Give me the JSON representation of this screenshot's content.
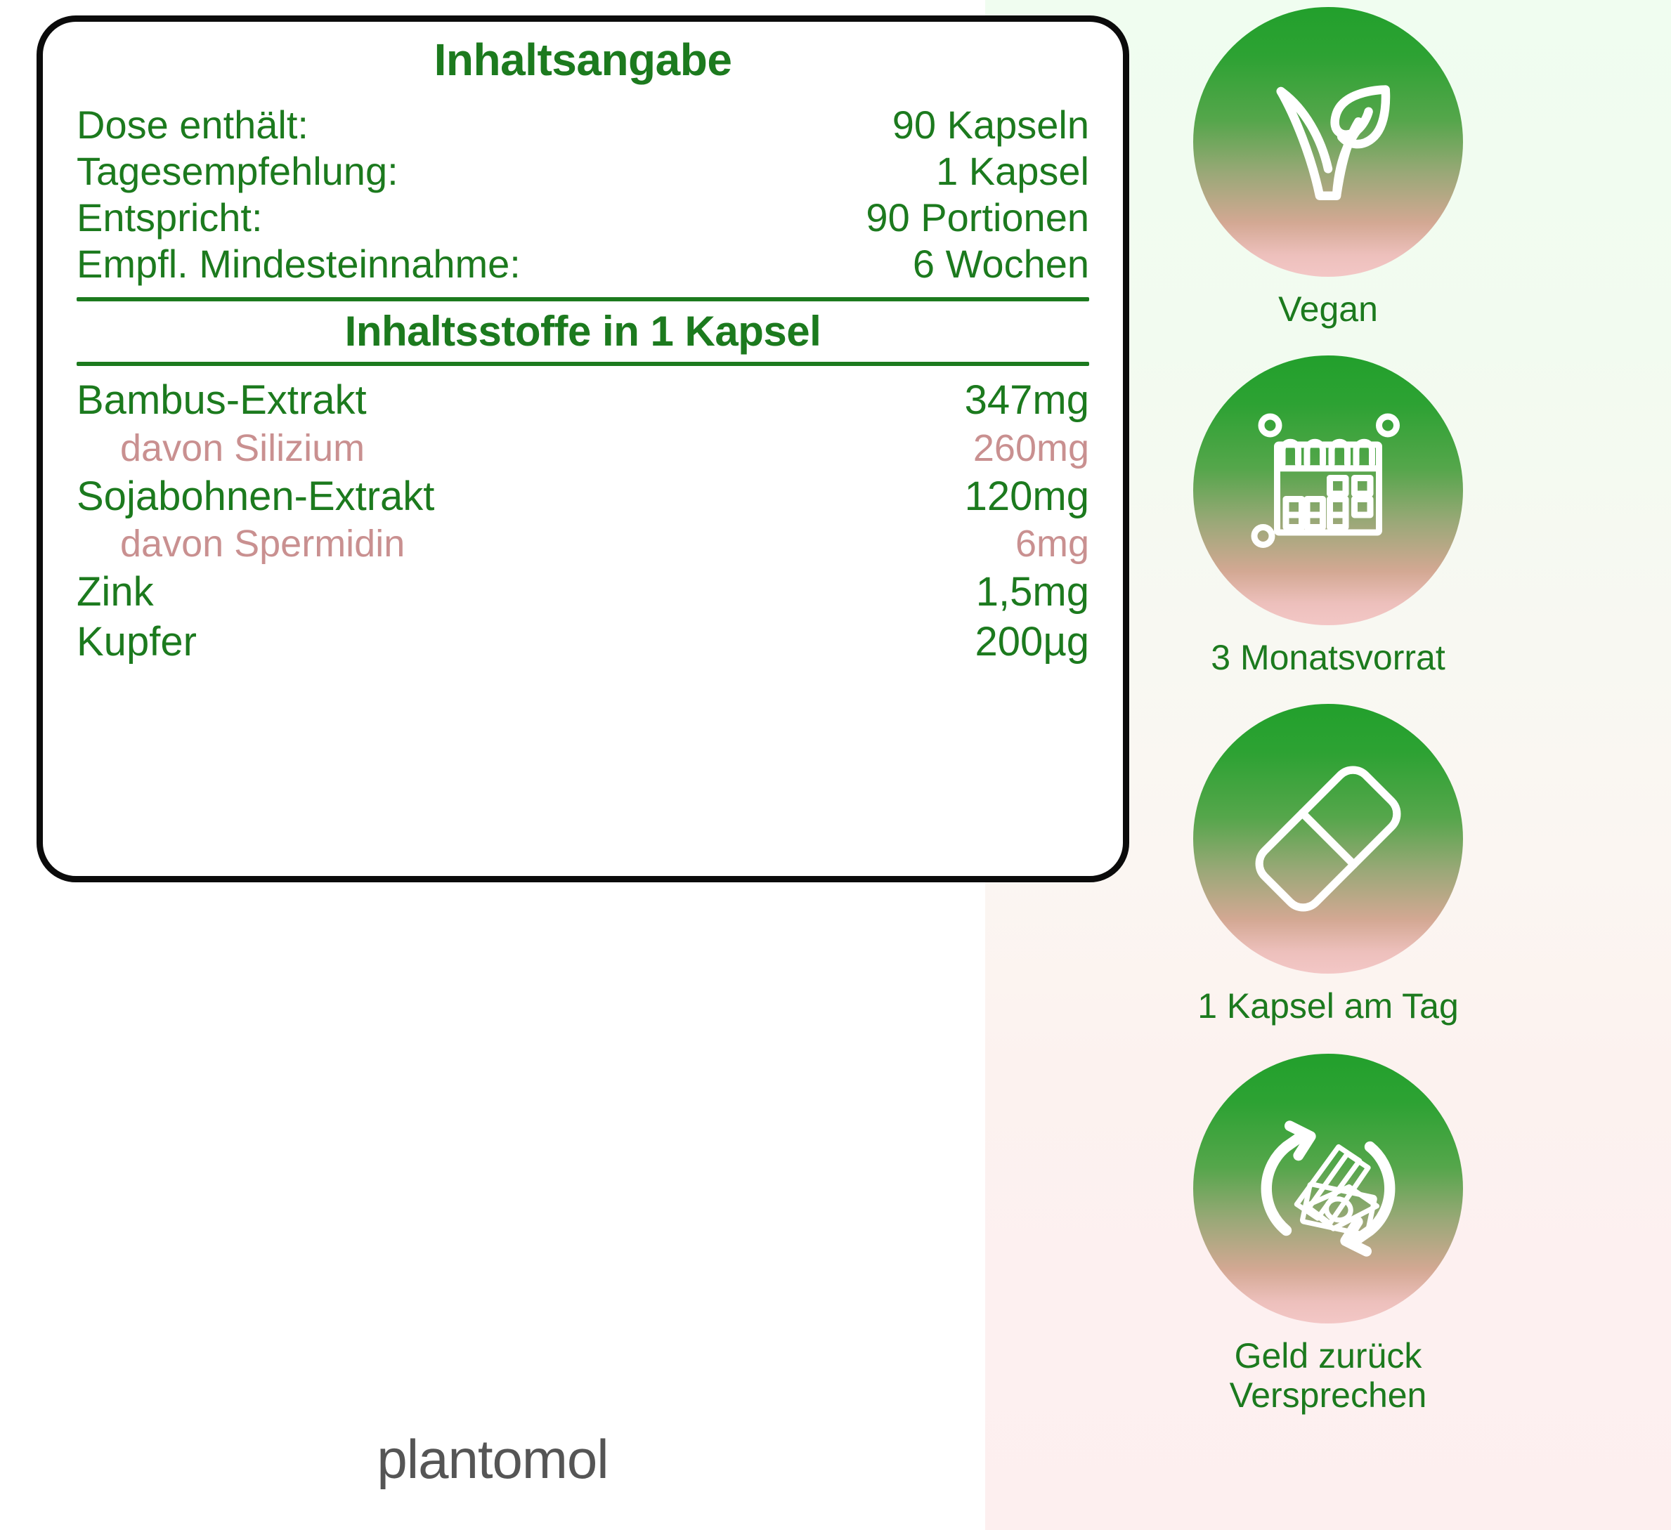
{
  "card": {
    "title": "Inhaltsangabe",
    "specs": [
      {
        "label": "Dose enthält:",
        "value": "90 Kapseln"
      },
      {
        "label": "Tagesempfehlung:",
        "value": "1 Kapsel"
      },
      {
        "label": "Entspricht:",
        "value": "90 Portionen"
      },
      {
        "label": "Empfl. Mindesteinnahme:",
        "value": "6 Wochen"
      }
    ],
    "subtitle": "Inhaltsstoffe in 1 Kapsel",
    "ingredients": [
      {
        "name": "Bambus-Extrakt",
        "amount": "347mg",
        "sub": false
      },
      {
        "name": "davon Silizium",
        "amount": "260mg",
        "sub": true
      },
      {
        "name": "Sojabohnen-Extrakt",
        "amount": "120mg",
        "sub": false
      },
      {
        "name": "davon Spermidin",
        "amount": "6mg",
        "sub": true
      },
      {
        "name": "Zink",
        "amount": "1,5mg",
        "sub": false
      },
      {
        "name": "Kupfer",
        "amount": "200µg",
        "sub": false
      }
    ]
  },
  "badges": [
    {
      "icon": "vegan-leaf-icon",
      "label": "Vegan"
    },
    {
      "icon": "calendar-icon",
      "label": "3 Monatsvorrat"
    },
    {
      "icon": "capsule-pill-icon",
      "label": "1 Kapsel am Tag"
    },
    {
      "icon": "money-back-icon",
      "label": "Geld zurück\nVersprechen"
    }
  ],
  "brand": {
    "name": "plantomol"
  },
  "colors": {
    "green_text": "#1c7a1e",
    "pink_text": "#c99090",
    "card_border": "#0b0b0b",
    "badge_green": "#22a02c",
    "badge_pink": "#f3c7c6",
    "brand_gray": "#555555"
  }
}
